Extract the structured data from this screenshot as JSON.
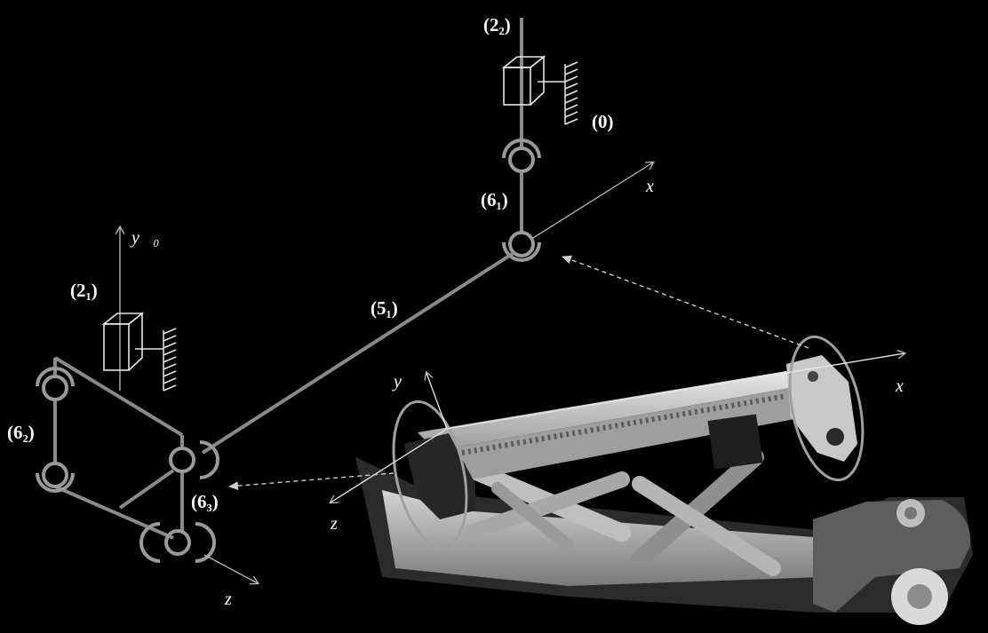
{
  "labels": {
    "ground_top": "(2₂)",
    "ground_left": "(2₁)",
    "frame": "(0)",
    "joint_top": "(6₁)",
    "joint_left": "(6₂)",
    "joint_bottom": "(6₃)",
    "link": "(5₁)"
  },
  "axes": {
    "y0": "y⃗₀",
    "x_schematic": "x⃗",
    "z_schematic": "z⃗",
    "x_photo": "x⃗",
    "y_photo": "y⃗",
    "z_photo": "z⃗"
  },
  "colors": {
    "background": "#000000",
    "link_gray": "#8a8a8a",
    "joint_gray": "#9a9a9a",
    "support_white": "#e6e6e6",
    "photo_metal": "#cfcfcf"
  }
}
